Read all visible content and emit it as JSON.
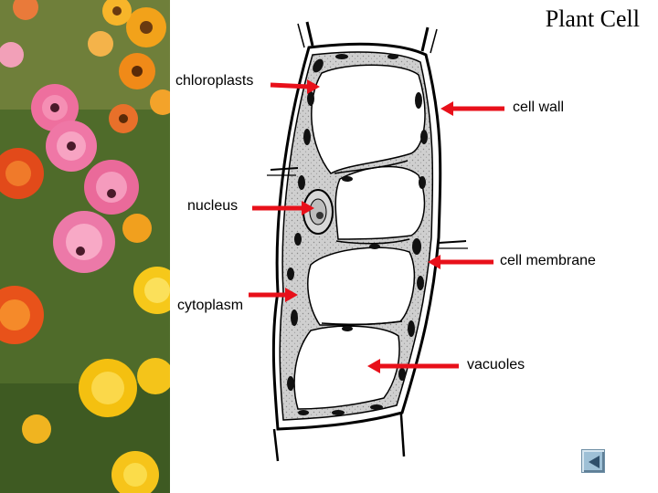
{
  "slide": {
    "title": "Plant Cell",
    "labels": {
      "chloroplasts": "chloroplasts",
      "cell_wall": "cell wall",
      "nucleus": "nucleus",
      "cell_membrane": "cell membrane",
      "cytoplasm": "cytoplasm",
      "vacuoles": "vacuoles"
    },
    "colors": {
      "arrow": "#e8101a",
      "cytoplasm": "#cfcfcf",
      "chloroplast": "#1a1a1a",
      "nav_button": "#9ec0d6"
    },
    "nav": {
      "back_icon": "left-triangle-icon"
    }
  }
}
